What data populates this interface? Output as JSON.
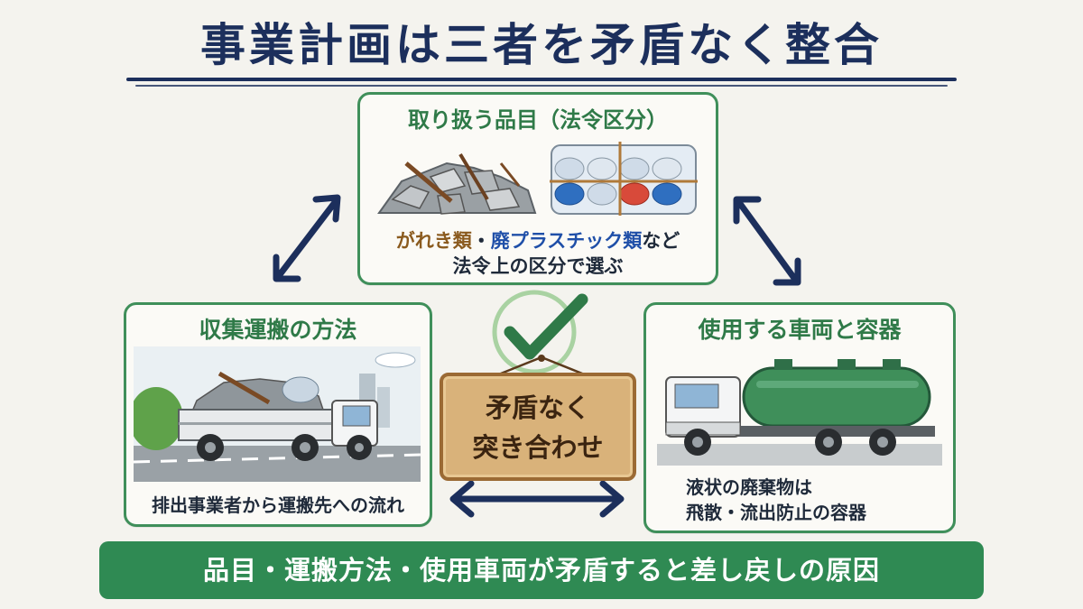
{
  "title": "事業計画は三者を矛盾なく整合",
  "items_panel": {
    "title": "取り扱う品目（法令区分）",
    "caption_rubble": "がれき類",
    "caption_sep": "・",
    "caption_plastic": "廃プラスチック類",
    "caption_tail": "など",
    "caption_line2": "法令上の区分で選ぶ"
  },
  "method_panel": {
    "title": "収集運搬の方法",
    "caption": "排出事業者から運搬先への流れ"
  },
  "vehicle_panel": {
    "title": "使用する車両と容器",
    "caption_line1": "液状の廃棄物は",
    "caption_line2": "飛散・流出防止の容器"
  },
  "center_sign": {
    "line1": "矛盾なく",
    "line2": "突き合わせ"
  },
  "bottom_banner": "品目・運搬方法・使用車両が矛盾すると差し戻しの原因",
  "colors": {
    "navy": "#1c2f5c",
    "green": "#2f8a53",
    "panel_border": "#3f8f5a",
    "rubble_text": "#8a5a1e",
    "plastic_text": "#1f4fa8"
  },
  "icons": [
    "checkmark-icon",
    "double-arrow-icon",
    "rubble-pile-icon",
    "plastic-bales-icon",
    "flatbed-truck-icon",
    "tanker-truck-icon"
  ]
}
